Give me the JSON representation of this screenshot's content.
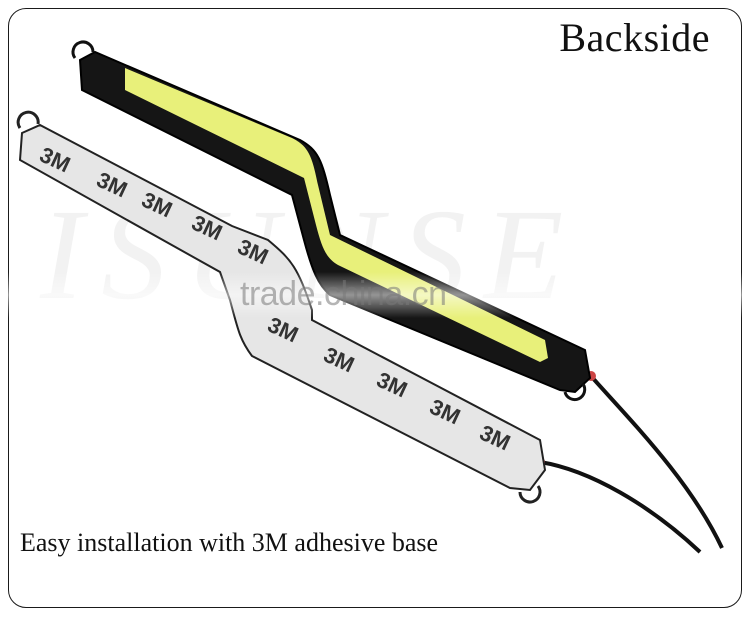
{
  "title": "Backside",
  "caption": "Easy installation with 3M adhesive base",
  "watermark": "trade.china.cn",
  "background_watermark": "ISUNSE",
  "adhesive_marks": [
    "3M",
    "3M",
    "3M",
    "3M",
    "3M",
    "3M",
    "3M",
    "3M",
    "3M",
    "3M"
  ],
  "colors": {
    "led_panel": "#e8f07a",
    "housing": "#151515",
    "adhesive_backing": "#e6e6e6",
    "border": "#1a1a1a"
  }
}
